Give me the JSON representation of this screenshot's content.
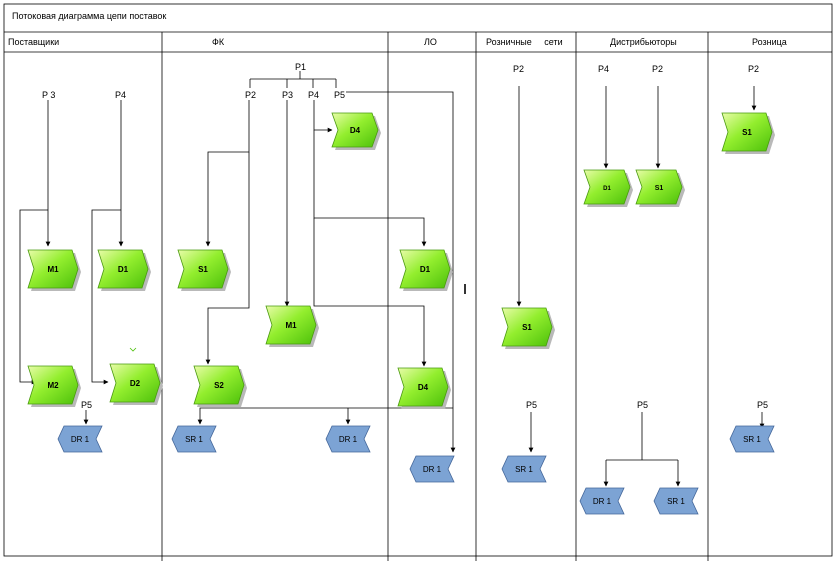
{
  "title": "Потоковая диаграмма цепи поставок",
  "lanes": [
    {
      "id": "suppliers",
      "label": "Поставщики"
    },
    {
      "id": "fk",
      "label": "ФК"
    },
    {
      "id": "lo",
      "label": "ЛО"
    },
    {
      "id": "retail_chains",
      "label": "Розничные     сети"
    },
    {
      "id": "distributors",
      "label": "Дистрибьюторы"
    },
    {
      "id": "retail",
      "label": "Розница"
    }
  ],
  "process_labels": {
    "p3_suppliers": "P 3",
    "p4_suppliers": "P4",
    "p1_fk": "P1",
    "p2_fk": "P2",
    "p3_fk": "P3",
    "p4_fk": "P4",
    "p5_fk": "P5",
    "p2_retail_chains": "P2",
    "p4_distributors": "P4",
    "p2_distributors": "P2",
    "p2_retail": "P2",
    "p5_suppliers": "P5",
    "p5_retail_chains": "P5",
    "p5_distributors": "P5",
    "p5_retail": "P5"
  },
  "green_shapes": {
    "m1_suppliers": "M1",
    "d1_suppliers": "D1",
    "m2_suppliers": "M2",
    "d2_suppliers": "D2",
    "s1_fk": "S1",
    "d4_fk": "D4",
    "m1_fk": "M1",
    "s2_fk": "S2",
    "d1_lo": "D1",
    "d4_lo": "D4",
    "s1_retail_chains": "S1",
    "d1_distributors": "D1",
    "s1_distributors": "S1",
    "s1_retail": "S1"
  },
  "blue_shapes": {
    "dr1_suppliers": "DR 1",
    "sr1_fk": "SR 1",
    "dr1_fk": "DR 1",
    "dr1_lo": "DR 1",
    "sr1_retail_chains": "SR 1",
    "dr1_distributors": "DR 1",
    "sr1_distributors": "SR 1",
    "sr1_retail": "SR 1"
  },
  "colors": {
    "green_light": "#e4fba0",
    "green_dark": "#5fcf10",
    "blue_fill": "#7ca3d4"
  }
}
